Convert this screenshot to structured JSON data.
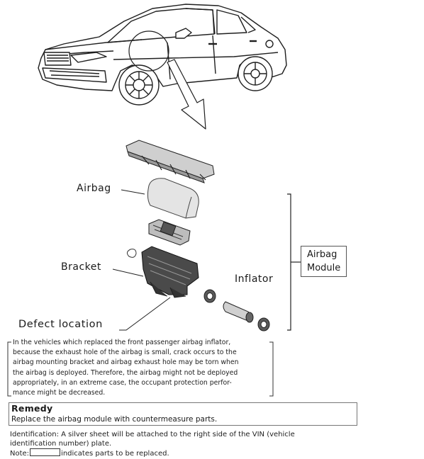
{
  "labels": {
    "airbag": "Airbag",
    "bracket": "Bracket",
    "inflator": "Inflator",
    "airbag_module_line1": "Airbag",
    "airbag_module_line2": "Module",
    "defect_location": "Defect location"
  },
  "description": {
    "lines": [
      "In the vehicles which replaced the front passenger airbag inflator,",
      "because the exhaust hole of the airbag is small, crack occurs to the",
      "airbag mounting bracket and airbag exhaust hole may be torn when",
      "the airbag is deployed. Therefore, the airbag might not be deployed",
      "appropriately, in an extreme case, the occupant protection perfor-",
      "mance might be decreased."
    ]
  },
  "remedy": {
    "title": "Remedy",
    "text": "Replace the airbag module with countermeasure parts."
  },
  "identification": {
    "line1": "Identification: A silver sheet will be attached to the right side of the VIN (vehicle",
    "line2": "identification number) plate."
  },
  "note": {
    "prefix": "Note:",
    "suffix": "indicates parts to be replaced."
  },
  "colors": {
    "line": "#222222",
    "part_fill": "#d8d8d8",
    "part_dark": "#3a3a3a"
  }
}
